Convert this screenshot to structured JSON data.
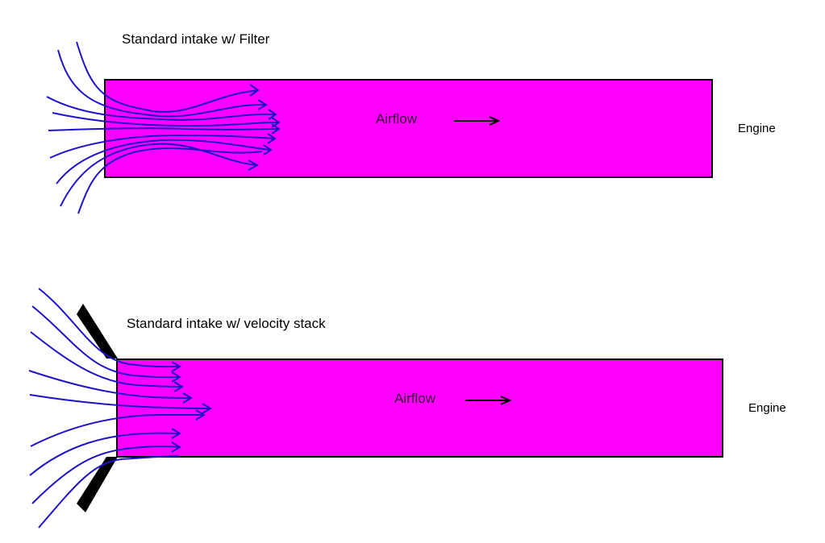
{
  "colors": {
    "pipe": "#ff00ff",
    "pipe_outline": "#000000",
    "flow_lines": "#1f12c8",
    "stack": "#000000",
    "arrow": "#000000"
  },
  "top": {
    "title": "Standard intake w/ Filter",
    "airflow_label": "Airflow",
    "engine_label": "Engine"
  },
  "bottom": {
    "title": "Standard intake w/ velocity stack",
    "airflow_label": "Airflow",
    "engine_label": "Engine"
  }
}
